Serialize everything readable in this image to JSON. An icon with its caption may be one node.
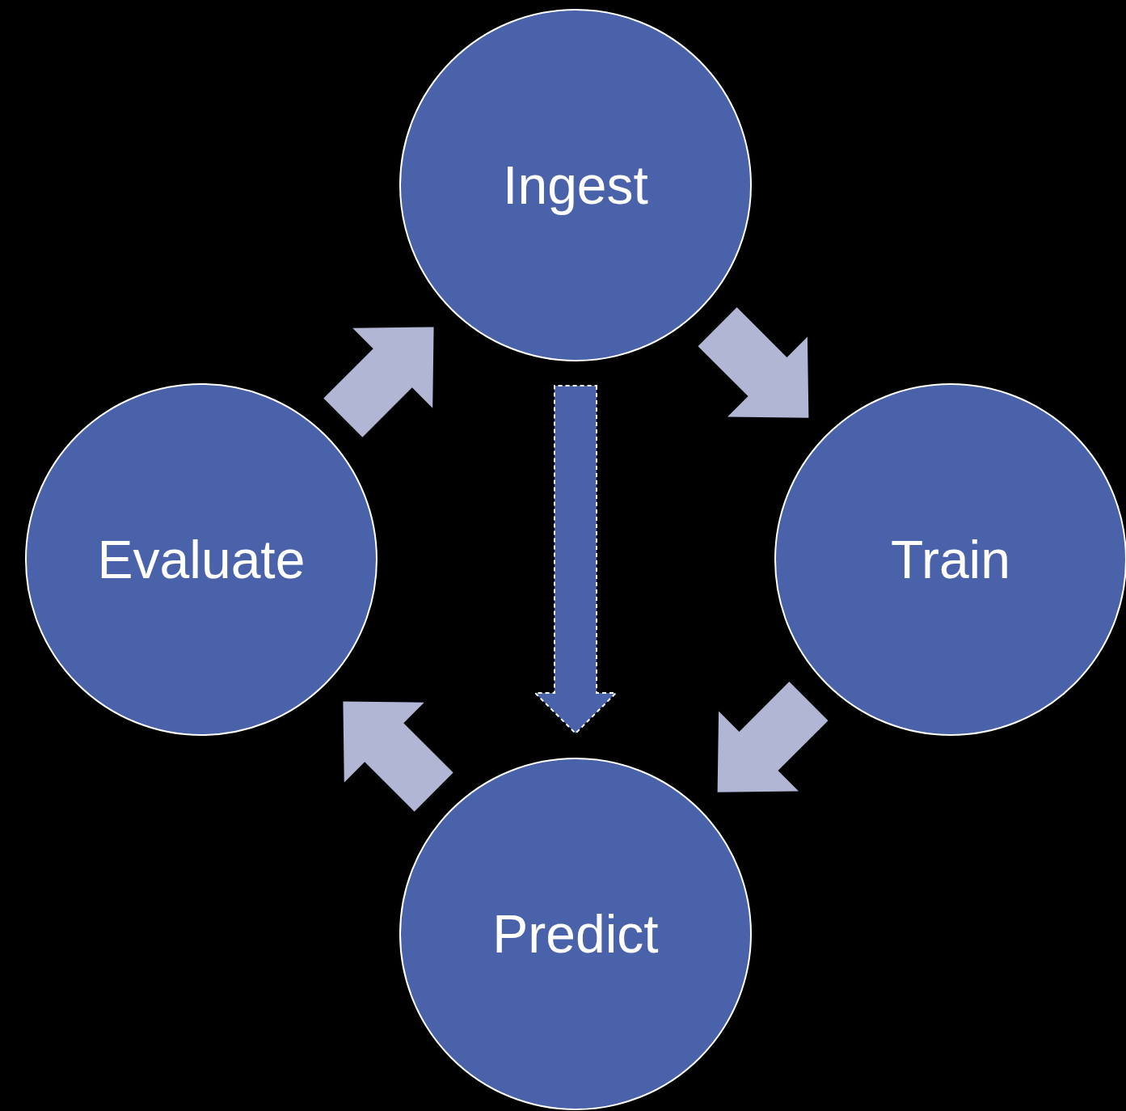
{
  "diagram": {
    "nodes": [
      {
        "text": [
          "Ingest"
        ]
      },
      {
        "text": [
          "Train"
        ]
      },
      {
        "text": [
          "Predict"
        ]
      },
      {
        "text": [
          "Evaluate"
        ]
      }
    ],
    "edges": [
      {
        "from": 0,
        "to": 1,
        "arrow": "to"
      },
      {
        "from": 1,
        "to": 2,
        "arrow": "to"
      },
      {
        "from": 2,
        "to": 3,
        "arrow": "to"
      },
      {
        "from": 3,
        "to": 0,
        "arrow": "to"
      },
      {
        "from": 0,
        "to": 2,
        "arrow": "to",
        "style": "dashed",
        "color": "#4a62aa"
      }
    ]
  }
}
